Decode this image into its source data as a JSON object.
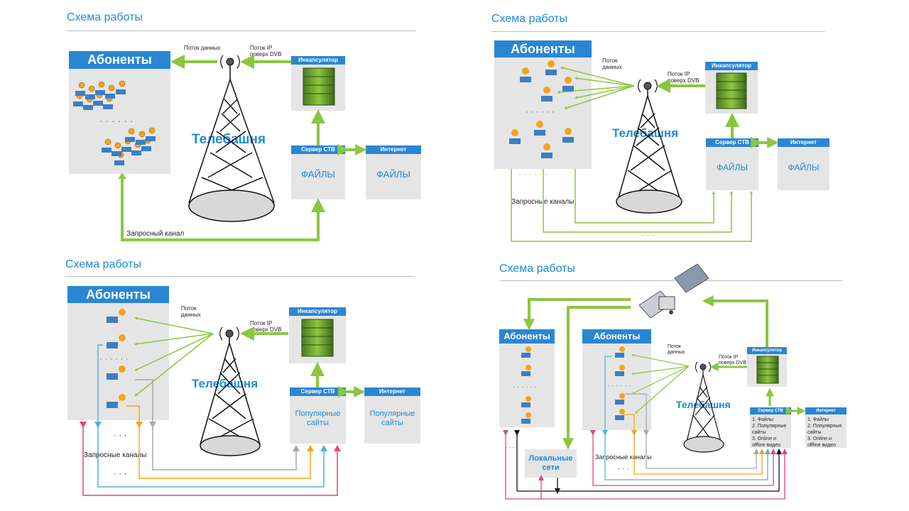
{
  "panel1": {
    "title": "Схема работы",
    "subscribers": "Абоненты",
    "dots": "· · · · · ·",
    "flow_data": "Поток данных",
    "flow_ip": "Поток IP поверх DVB",
    "encap": "Инкапсулятор",
    "tower": "Телебашня",
    "server": "Сервер СТВ",
    "internet": "Интернет",
    "files_server": "ФАЙЛЫ",
    "files_internet": "ФАЙЛЫ",
    "request": "Запросный канал"
  },
  "panel2": {
    "title": "Схема работы",
    "subscribers": "Абоненты",
    "flow_data": "Поток данных",
    "flow_ip": "Поток IP поверх DVB",
    "encap": "Инкапсулятор",
    "tower": "Телебашня",
    "server": "Сервер СТВ",
    "internet": "Интернет",
    "files_server": "ФАЙЛЫ",
    "files_internet": "ФАЙЛЫ",
    "request": "Запросные каналы",
    "dots": "· · · · · ·",
    "dots2": "· · ·"
  },
  "panel3": {
    "title": "Схема работы",
    "subscribers": "Абоненты",
    "flow_data": "Поток данных",
    "flow_ip": "Поток IP поверх DVB",
    "encap": "Инкапсулятор",
    "tower": "Телебашня",
    "server": "Сервер СТВ",
    "internet": "Интернет",
    "popular_server": "Популярные сайты",
    "popular_internet": "Популярные сайты",
    "request": "Запросные каналы",
    "dots": "· · · · · ·",
    "dots2": "· · ·"
  },
  "panel4": {
    "title": "Схема работы",
    "subscribers_left": "Абоненты",
    "subscribers_right": "Абоненты",
    "flow_data": "Поток данных",
    "flow_ip": "Поток IP поверх DVB",
    "encap": "Инкапсулятор",
    "tower": "Телебашня",
    "server": "Сервер СТВ",
    "internet": "Интернет",
    "server_list": [
      "1. Файлы",
      "2. Популярные сайты",
      "3. Online и offline видео"
    ],
    "internet_list": [
      "1. Файлы",
      "2. Популярные сайты",
      "3. Online и offline видео"
    ],
    "local_networks": "Локальные сети",
    "request": "Запросные каналы",
    "dots": "· · · · · ·",
    "dots2": "· · ·",
    "dots3": "· · ·"
  },
  "colors": {
    "blue": "#2a86d3",
    "green": "#8cc63f",
    "grey_box": "#e5e5e5",
    "pink": "#e0457b",
    "cyan": "#4fb3d9",
    "orange": "#f2a51a",
    "grey_line": "#a8a8a8",
    "black": "#111111"
  }
}
